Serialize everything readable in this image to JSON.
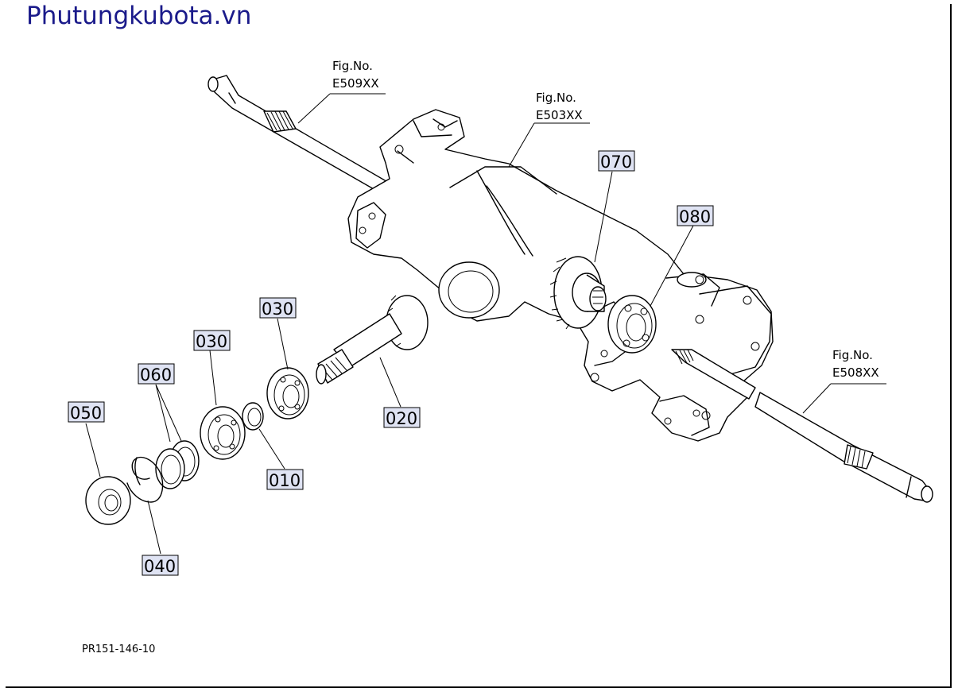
{
  "watermark": "Phutungkubota.vn",
  "figure_code": "PR151-146-10",
  "figure_refs": [
    {
      "id": "e509",
      "label": "Fig.No.",
      "code": "E509XX"
    },
    {
      "id": "e503",
      "label": "Fig.No.",
      "code": "E503XX"
    },
    {
      "id": "e508",
      "label": "Fig.No.",
      "code": "E508XX"
    }
  ],
  "callouts": [
    {
      "id": "c070",
      "text": "070"
    },
    {
      "id": "c080",
      "text": "080"
    },
    {
      "id": "c030a",
      "text": "030"
    },
    {
      "id": "c030b",
      "text": "030"
    },
    {
      "id": "c060",
      "text": "060"
    },
    {
      "id": "c050",
      "text": "050"
    },
    {
      "id": "c020",
      "text": "020"
    },
    {
      "id": "c010",
      "text": "010"
    },
    {
      "id": "c040",
      "text": "040"
    }
  ]
}
